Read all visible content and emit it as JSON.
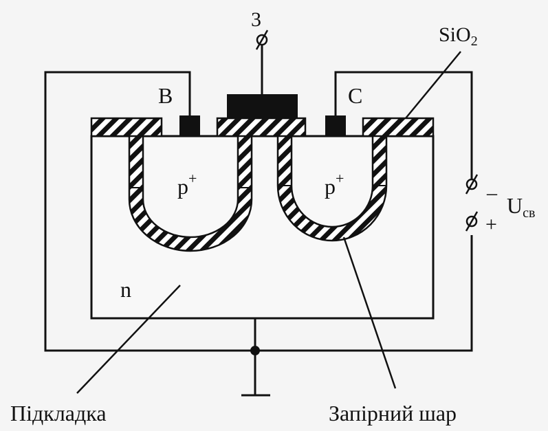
{
  "labels": {
    "gate": "3",
    "source": "B",
    "drain": "C",
    "oxide_main": "SiO",
    "oxide_sub": "2",
    "p_left_main": "p",
    "p_left_sup": "+",
    "p_right_main": "p",
    "p_right_sup": "+",
    "substrate_type": "n",
    "voltage_main": "U",
    "voltage_sub": "св",
    "minus": "–",
    "plus": "+",
    "substrate_caption": "Підкладка",
    "barrier_caption": "Запірний шар"
  },
  "colors": {
    "ink": "#111111",
    "background": "#f5f5f5",
    "substrate_fill": "#f8f8f8"
  }
}
